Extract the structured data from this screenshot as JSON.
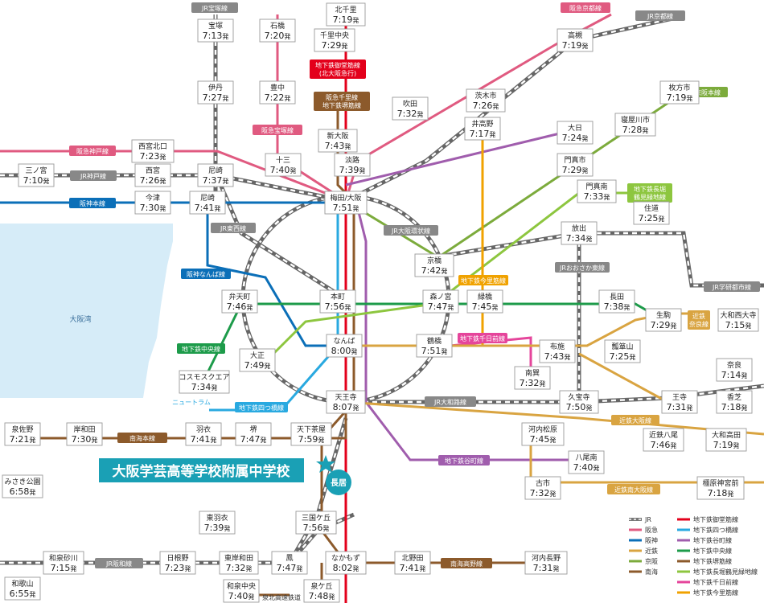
{
  "sea": {
    "label": "大阪湾"
  },
  "school": {
    "name": "大阪学芸高等学校附属中学校",
    "pin": "長居"
  },
  "stations": {
    "kitasenri": {
      "name": "北千里",
      "time": "7:19",
      "suffix": "発"
    },
    "senrichuo": {
      "name": "千里中央",
      "time": "7:29",
      "suffix": "発"
    },
    "takarazuka": {
      "name": "宝塚",
      "time": "7:13",
      "suffix": "発"
    },
    "ishibashi": {
      "name": "石橋",
      "time": "7:20",
      "suffix": "発"
    },
    "itami": {
      "name": "伊丹",
      "time": "7:27",
      "suffix": "発"
    },
    "toyonaka": {
      "name": "豊中",
      "time": "7:22",
      "suffix": "発"
    },
    "takatsuki": {
      "name": "高槻",
      "time": "7:19",
      "suffix": "発"
    },
    "ibarakishi": {
      "name": "茨木市",
      "time": "7:26",
      "suffix": "発"
    },
    "suita": {
      "name": "吹田",
      "time": "7:32",
      "suffix": "発"
    },
    "hirakatashi": {
      "name": "枚方市",
      "time": "7:19",
      "suffix": "発"
    },
    "neyagawashi": {
      "name": "寝屋川市",
      "time": "7:28",
      "suffix": "発"
    },
    "shinosaka": {
      "name": "新大阪",
      "time": "7:43",
      "suffix": "発"
    },
    "nishikitaguchi": {
      "name": "西宮北口",
      "time": "7:23",
      "suffix": "発"
    },
    "sannomiya": {
      "name": "三ノ宮",
      "time": "7:10",
      "suffix": "発"
    },
    "nishinomiya": {
      "name": "西宮",
      "time": "7:26",
      "suffix": "発"
    },
    "amagasaki_jr": {
      "name": "尼崎",
      "time": "7:37",
      "suffix": "発"
    },
    "juso": {
      "name": "十三",
      "time": "7:40",
      "suffix": "発"
    },
    "awaji": {
      "name": "淡路",
      "time": "7:39",
      "suffix": "発"
    },
    "idakano": {
      "name": "井高野",
      "time": "7:17",
      "suffix": "発"
    },
    "dainichi": {
      "name": "大日",
      "time": "7:24",
      "suffix": "発"
    },
    "kadomashi": {
      "name": "門真市",
      "time": "7:29",
      "suffix": "発"
    },
    "kadomaminami": {
      "name": "門真南",
      "time": "7:33",
      "suffix": "発"
    },
    "imazu": {
      "name": "今津",
      "time": "7:30",
      "suffix": "発"
    },
    "amagasaki_hs": {
      "name": "尼崎",
      "time": "7:41",
      "suffix": "発"
    },
    "umeda": {
      "name": "梅田/大阪",
      "time": "7:51",
      "suffix": "発"
    },
    "hanaten": {
      "name": "放出",
      "time": "7:34",
      "suffix": "発"
    },
    "sumiyoshi": {
      "name": "住道",
      "time": "7:25",
      "suffix": "発"
    },
    "kyobashi": {
      "name": "京橋",
      "time": "7:42",
      "suffix": "発"
    },
    "bentencho": {
      "name": "弁天町",
      "time": "7:46",
      "suffix": "発"
    },
    "honmachi": {
      "name": "本町",
      "time": "7:56",
      "suffix": "発"
    },
    "morinomiya": {
      "name": "森ノ宮",
      "time": "7:47",
      "suffix": "発"
    },
    "midoribashi": {
      "name": "緑橋",
      "time": "7:45",
      "suffix": "発"
    },
    "nagata": {
      "name": "長田",
      "time": "7:38",
      "suffix": "発"
    },
    "ikoma": {
      "name": "生駒",
      "time": "7:29",
      "suffix": "発"
    },
    "yamatosaidaiji": {
      "name": "大和西大寺",
      "time": "7:15",
      "suffix": "発"
    },
    "taisho": {
      "name": "大正",
      "time": "7:49",
      "suffix": "発"
    },
    "namba": {
      "name": "なんば",
      "time": "8:00",
      "suffix": "発"
    },
    "tsuruhashi": {
      "name": "鶴橋",
      "time": "7:51",
      "suffix": "発"
    },
    "fuse": {
      "name": "布施",
      "time": "7:43",
      "suffix": "発"
    },
    "hiraoka": {
      "name": "瓢箪山",
      "time": "7:25",
      "suffix": "発"
    },
    "minamitatsumi": {
      "name": "南巽",
      "time": "7:32",
      "suffix": "発"
    },
    "nara": {
      "name": "奈良",
      "time": "7:14",
      "suffix": "発"
    },
    "cosmosquare": {
      "name": "コスモスクエア",
      "time": "7:34",
      "suffix": "発"
    },
    "tennoji": {
      "name": "天王寺",
      "time": "8:07",
      "suffix": "発"
    },
    "kyuhoji": {
      "name": "久宝寺",
      "time": "7:50",
      "suffix": "発"
    },
    "oji": {
      "name": "王寺",
      "time": "7:31",
      "suffix": "発"
    },
    "kashiba": {
      "name": "香芝",
      "time": "7:18",
      "suffix": "発"
    },
    "kawachimatsubara": {
      "name": "河内松原",
      "time": "7:45",
      "suffix": "発"
    },
    "kintetsuyao": {
      "name": "近鉄八尾",
      "time": "7:46",
      "suffix": "発"
    },
    "yamatotakada": {
      "name": "大和高田",
      "time": "7:19",
      "suffix": "発"
    },
    "izumisano": {
      "name": "泉佐野",
      "time": "7:21",
      "suffix": "発"
    },
    "kishiwada": {
      "name": "岸和田",
      "time": "7:30",
      "suffix": "発"
    },
    "hagoromo": {
      "name": "羽衣",
      "time": "7:41",
      "suffix": "発"
    },
    "sakai": {
      "name": "堺",
      "time": "7:47",
      "suffix": "発"
    },
    "tengachaya": {
      "name": "天下茶屋",
      "time": "7:59",
      "suffix": "発"
    },
    "yaominami": {
      "name": "八尾南",
      "time": "7:40",
      "suffix": "発"
    },
    "misakikoen": {
      "name": "みさき公園",
      "time": "6:58",
      "suffix": "発"
    },
    "furuichi": {
      "name": "古市",
      "time": "7:32",
      "suffix": "発"
    },
    "kashiharajingu": {
      "name": "橿原神宮前",
      "time": "7:18",
      "suffix": "発"
    },
    "mikunigaoka": {
      "name": "三国ケ丘",
      "time": "7:56",
      "suffix": "発"
    },
    "higashihagoromo": {
      "name": "東羽衣",
      "time": "7:39",
      "suffix": "発"
    },
    "nakamozu": {
      "name": "なかもず",
      "time": "8:02",
      "suffix": "発"
    },
    "kitanoda": {
      "name": "北野田",
      "time": "7:41",
      "suffix": "発"
    },
    "kawachinagano": {
      "name": "河内長野",
      "time": "7:31",
      "suffix": "発"
    },
    "wakayamashi": {
      "name": "和泉砂川",
      "time": "7:15",
      "suffix": "発"
    },
    "hineno": {
      "name": "日根野",
      "time": "7:23",
      "suffix": "発"
    },
    "higashikishiwada": {
      "name": "東岸和田",
      "time": "7:32",
      "suffix": "発"
    },
    "otori": {
      "name": "鳳",
      "time": "7:47",
      "suffix": "発"
    },
    "wakayama": {
      "name": "和歌山",
      "time": "6:55",
      "suffix": "発"
    },
    "izumichuo": {
      "name": "和泉中央",
      "time": "7:40",
      "suffix": "発"
    },
    "izumigaoka": {
      "name": "泉ケ丘",
      "time": "7:48",
      "suffix": "発"
    }
  },
  "line_labels": {
    "jr_takarazuka": "JR宝塚線",
    "hankyu_kyoto": "阪急京都線",
    "jr_kyoto": "JR京都線",
    "midosuji": "地下鉄御堂筋線",
    "midosuji_sub": "(北大阪急行)",
    "hankyu_senri": "阪急千里線",
    "sakaisuji": "地下鉄堺筋線",
    "keihan": "京阪本線",
    "hankyu_takarazuka": "阪急宝塚線",
    "hankyu_kobe": "阪急神戸線",
    "jr_kobe": "JR神戸線",
    "nagahori": "地下鉄長堀",
    "nagahori2": "鶴見緑地線",
    "hanshin": "阪神本線",
    "jr_tozai": "JR東西線",
    "jr_loop": "JR大阪環状線",
    "jr_gakkentoshi": "JR学研都市線",
    "jr_osakahigashi": "JRおおさか東線",
    "hanshin_namba": "阪神なんば線",
    "imazatosuji": "地下鉄今里筋線",
    "kintetsu_nara": "近鉄",
    "kintetsu_nara2": "奈良線",
    "chuo": "地下鉄中央線",
    "sennichimae": "地下鉄千日前線",
    "newtram": "ニュートラム",
    "yotsubashi": "地下鉄四つ橋線",
    "jr_yamatoji": "JR大和路線",
    "kintetsu_osaka": "近鉄大阪線",
    "nankai_main": "南海本線",
    "tanimachi": "地下鉄谷町線",
    "kintetsu_minamiosaka": "近鉄南大阪線",
    "nankai_koya": "南海高野線",
    "jr_hanwa": "JR阪和線",
    "senboku": "泉北高速鉄道"
  },
  "legend": [
    {
      "label": "JR",
      "color": "#777777",
      "style": "jr"
    },
    {
      "label": "阪急",
      "color": "#e05a80",
      "style": "solid"
    },
    {
      "label": "阪神",
      "color": "#0b6fb8",
      "style": "solid"
    },
    {
      "label": "近鉄",
      "color": "#d9a441",
      "style": "solid"
    },
    {
      "label": "京阪",
      "color": "#7cab3c",
      "style": "solid"
    },
    {
      "label": "南海",
      "color": "#8c5a2b",
      "style": "solid"
    },
    {
      "label": "地下鉄御堂筋線",
      "color": "#e3001b",
      "style": "solid"
    },
    {
      "label": "地下鉄四つ橋線",
      "color": "#29a9e0",
      "style": "solid"
    },
    {
      "label": "地下鉄谷町線",
      "color": "#a05dad",
      "style": "solid"
    },
    {
      "label": "地下鉄中央線",
      "color": "#1d9b4a",
      "style": "solid"
    },
    {
      "label": "地下鉄堺筋線",
      "color": "#8c5a2b",
      "style": "solid"
    },
    {
      "label": "地下鉄長堀鶴見緑地線",
      "color": "#8dc63f",
      "style": "solid"
    },
    {
      "label": "地下鉄千日前線",
      "color": "#e5459b",
      "style": "solid"
    },
    {
      "label": "地下鉄今里筋線",
      "color": "#f0a200",
      "style": "solid"
    }
  ]
}
